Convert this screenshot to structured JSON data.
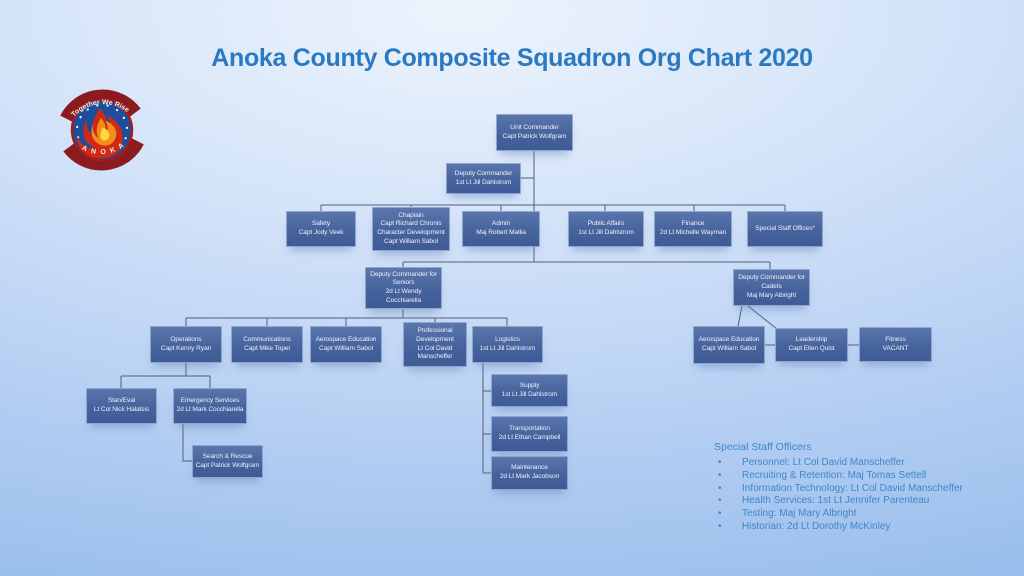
{
  "title": "Anoka County Composite Squadron Org Chart 2020",
  "colors": {
    "title_text": "#2b7ac1",
    "box_fill": "#47639d",
    "box_border": "#8fa6d0",
    "box_text": "#ecf1fa",
    "connector": "#4f6077",
    "staff_text": "#3e87ca",
    "background_top": "#ecf3fc",
    "background_bottom": "#9abfec",
    "logo_red": "#8c1b20",
    "logo_blue": "#1d4e9c",
    "logo_flame": "#f68c1f"
  },
  "logo": {
    "top_text": "Together We Rise",
    "bottom_text": "A N O K A"
  },
  "org": {
    "boxes": {
      "unit_commander": {
        "text": "Unit Commander\nCapt Patrick Wolfgram"
      },
      "deputy_commander": {
        "text": "Deputy Commander\n1st Lt Jill Dahlstrom"
      },
      "safety": {
        "text": "Safety\nCapt Jody Veek"
      },
      "chaplain": {
        "text": "Chaplain\nCapt Richard Chronis\nCharacter Development\nCapt William Sabol"
      },
      "admin": {
        "text": "Admin\nMaj Robert Mallia"
      },
      "public_affairs": {
        "text": "Public Affairs\n1st Lt Jill Dahlstrom"
      },
      "finance": {
        "text": "Finance\n2d Lt Michelle Wayman"
      },
      "special_staff_offices": {
        "text": "Special Staff Offices*"
      },
      "dc_seniors": {
        "text": "Deputy Commander for\nSeniors\n2d Lt Wendy\nCocchiarella"
      },
      "dc_cadets": {
        "text": "Deputy Commander for\nCadets\nMaj Mary Albright"
      },
      "operations": {
        "text": "Operations\nCapt Kenny Ryan"
      },
      "communications": {
        "text": "Communications\nCapt Mike Topel"
      },
      "aerospace_education_seniors": {
        "text": "Aerospace Education\nCapt William Sabol"
      },
      "professional_development": {
        "text": "Professional\nDevelopment\nLt Col David\nManscheffer"
      },
      "logistics": {
        "text": "Logistics\n1st Lt Jill Dahlstrom"
      },
      "aerospace_education_cadets": {
        "text": "Aerospace Education\nCapt William Sabol"
      },
      "leadership": {
        "text": "Leadership\nCapt Ellen Quist"
      },
      "fitness": {
        "text": "Fitness\nVACANT"
      },
      "stan_eval": {
        "text": "Stan/Eval\nLt Col Nick Halatsis"
      },
      "emergency_services": {
        "text": "Emergency Services\n2d Lt Mark Cocchiarella"
      },
      "search_rescue": {
        "text": "Search & Rescue\nCapt Patrick Wolfgram"
      },
      "supply": {
        "text": "Supply\n1st Lt Jill Dahlstrom"
      },
      "transportation": {
        "text": "Transportation\n2d Lt Ethan Campbell"
      },
      "maintenance": {
        "text": "Maintenance\n2d Lt Mark Jacobson"
      }
    }
  },
  "special_staff": {
    "heading": "Special Staff Officers",
    "items": [
      "Personnel: Lt Col David Manscheffer",
      "Recruiting & Retention: Maj Tomas Settell",
      "Information Technology: Lt Col David Manscheffer",
      "Health Services: 1st Lt Jennifer Parenteau",
      "Testing: Maj Mary Albright",
      "Historian: 2d Lt Dorothy McKinley"
    ]
  }
}
